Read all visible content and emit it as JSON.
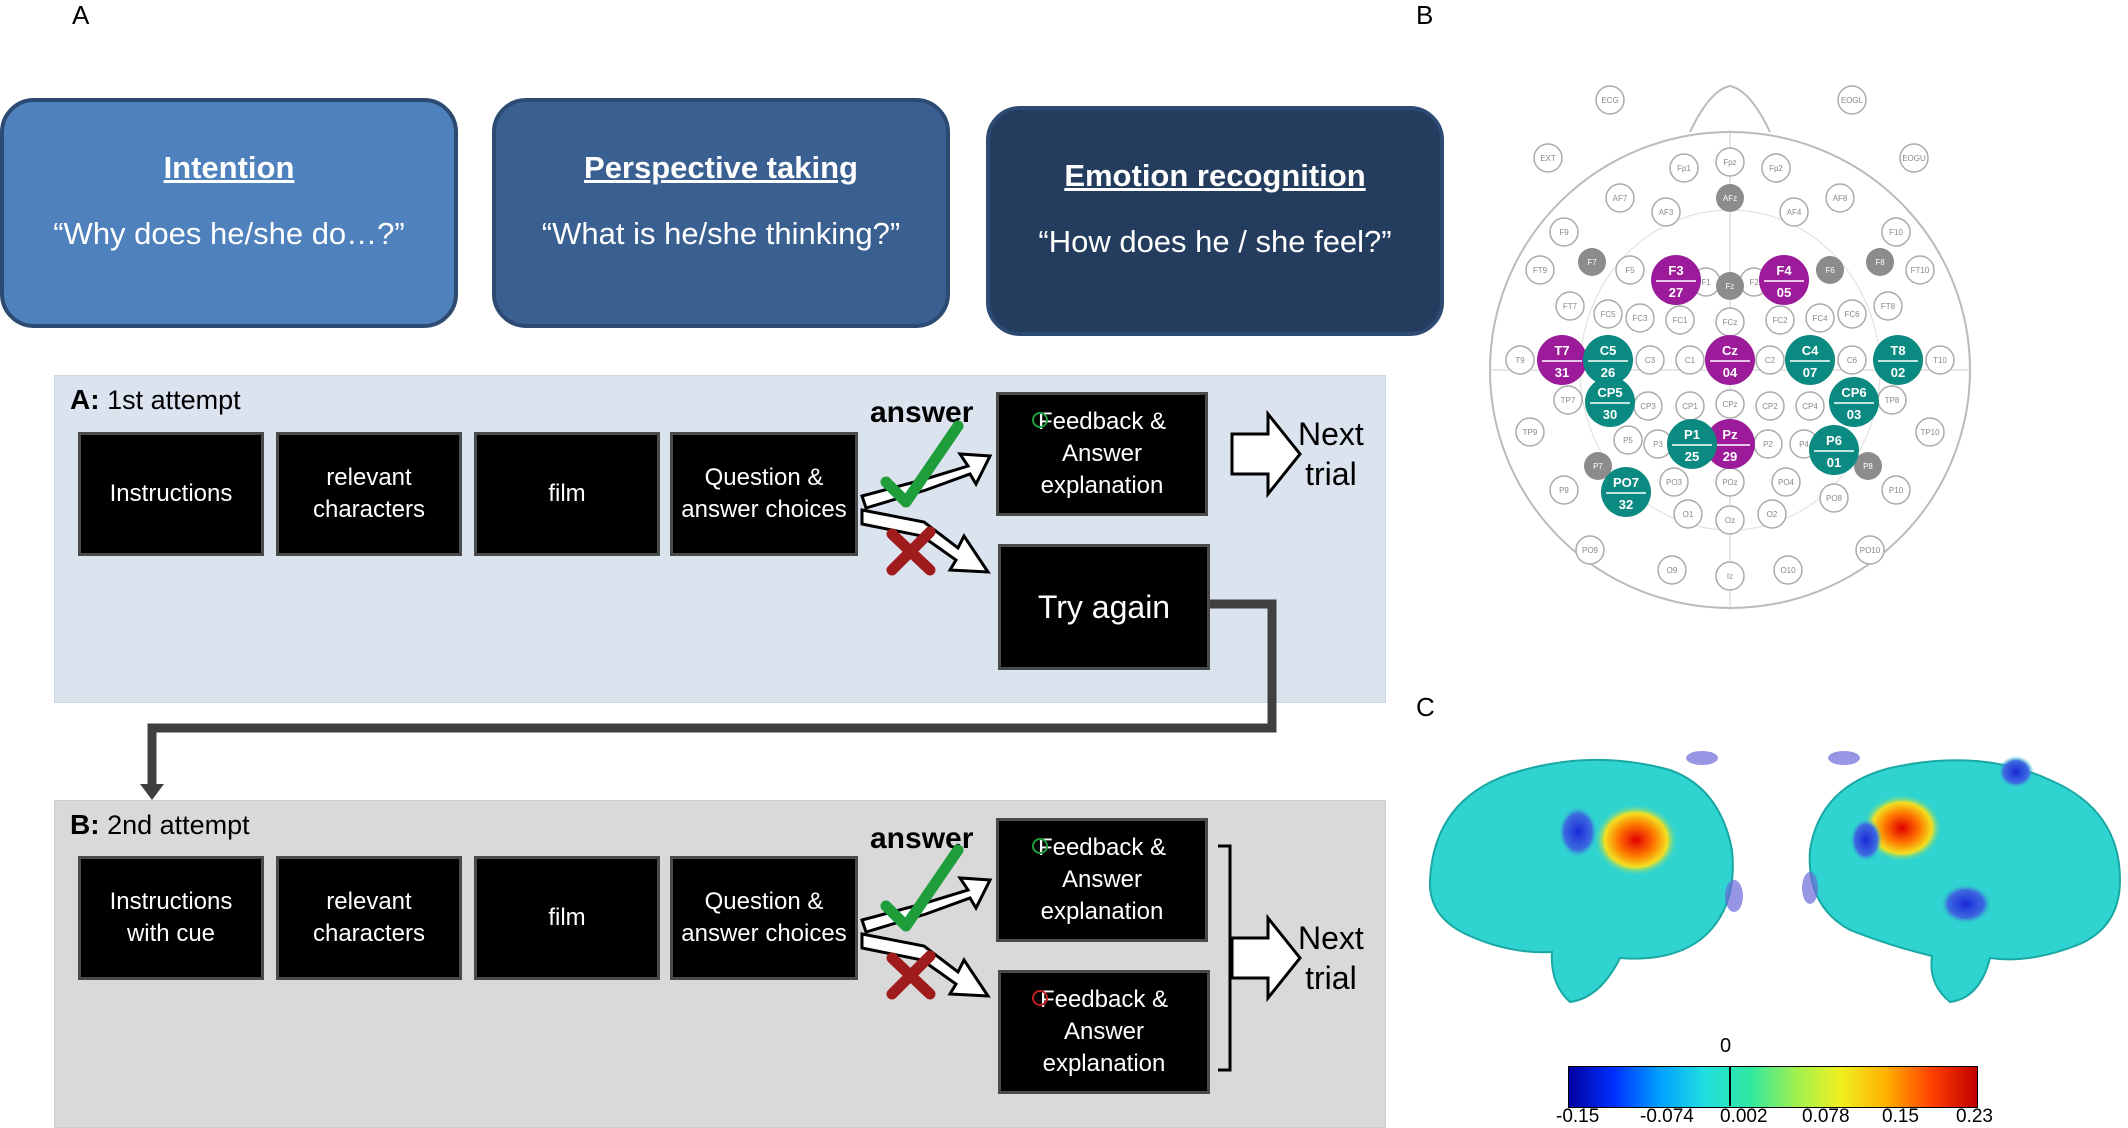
{
  "panel_labels": {
    "a": "A",
    "b": "B",
    "c": "C"
  },
  "categories": [
    {
      "title": "Intention",
      "question": "“Why does he/she do…?”",
      "color": "#4f81bd"
    },
    {
      "title": "Perspective taking",
      "question": "“What is he/she thinking?”",
      "color": "#3a5f91"
    },
    {
      "title": "Emotion recognition",
      "question": "“How does he / she feel?”",
      "color": "#243d5e"
    }
  ],
  "attempt1": {
    "label": "A:",
    "title": "1st attempt",
    "steps": [
      "Instructions",
      "relevant\ncharacters",
      "film",
      "Question &\nanswer choices"
    ],
    "answer_label": "answer",
    "feedback": "Feedback &\nAnswer\nexplanation",
    "try_again": "Try again",
    "next": "Next\ntrial",
    "bg": "#dbe3ef"
  },
  "attempt2": {
    "label": "B:",
    "title": "2nd attempt",
    "steps": [
      "Instructions\nwith cue",
      "relevant\ncharacters",
      "film",
      "Question &\nanswer choices"
    ],
    "answer_label": "answer",
    "feedback_correct": "Feedback &\nAnswer\nexplanation",
    "feedback_wrong": "Feedback &\nAnswer\nexplanation",
    "next": "Next\ntrial",
    "bg": "#d9d9d9"
  },
  "eeg_map": {
    "highlight_colors": {
      "positive": "#9b1b9b",
      "negative": "#0b8a82",
      "marked": "#8c8c8c"
    },
    "highlighted": [
      {
        "name": "F3",
        "num": "27",
        "group": "positive"
      },
      {
        "name": "F4",
        "num": "05",
        "group": "positive"
      },
      {
        "name": "T7",
        "num": "31",
        "group": "positive"
      },
      {
        "name": "Cz",
        "num": "04",
        "group": "positive"
      },
      {
        "name": "Pz",
        "num": "29",
        "group": "positive"
      },
      {
        "name": "C5",
        "num": "26",
        "group": "negative"
      },
      {
        "name": "C4",
        "num": "07",
        "group": "negative"
      },
      {
        "name": "T8",
        "num": "02",
        "group": "negative"
      },
      {
        "name": "CP5",
        "num": "30",
        "group": "negative"
      },
      {
        "name": "CP6",
        "num": "03",
        "group": "negative"
      },
      {
        "name": "P1",
        "num": "25",
        "group": "negative"
      },
      {
        "name": "P6",
        "num": "01",
        "group": "negative"
      },
      {
        "name": "PO7",
        "num": "32",
        "group": "negative"
      }
    ],
    "marked": [
      "F7",
      "AFz",
      "Fz",
      "F6",
      "F8",
      "P7",
      "P8"
    ],
    "others": [
      "ECG",
      "EOGL",
      "EXT",
      "EOGU",
      "Fp1",
      "Fpz",
      "Fp2",
      "AF7",
      "AF8",
      "AF3",
      "AF4",
      "F9",
      "F10",
      "FT9",
      "FT10",
      "F5",
      "F1",
      "F2",
      "FT7",
      "FT8",
      "FC5",
      "FC3",
      "FC1",
      "FCz",
      "FC2",
      "FC4",
      "FC6",
      "T9",
      "T10",
      "C3",
      "C1",
      "C2",
      "C6",
      "TP7",
      "CP3",
      "CP1",
      "CPz",
      "CP2",
      "CP4",
      "TP8",
      "TP9",
      "TP10",
      "P5",
      "P3",
      "P2",
      "P4",
      "P9",
      "P10",
      "PO3",
      "POz",
      "PO4",
      "PO8",
      "PO9",
      "PO10",
      "O1",
      "Oz",
      "O2",
      "O9",
      "Iz",
      "O10"
    ]
  },
  "colorbar": {
    "zero_label": "0",
    "ticks": [
      "-0.15",
      "-0.074",
      "0.002",
      "0.078",
      "0.15",
      "0.23"
    ]
  }
}
